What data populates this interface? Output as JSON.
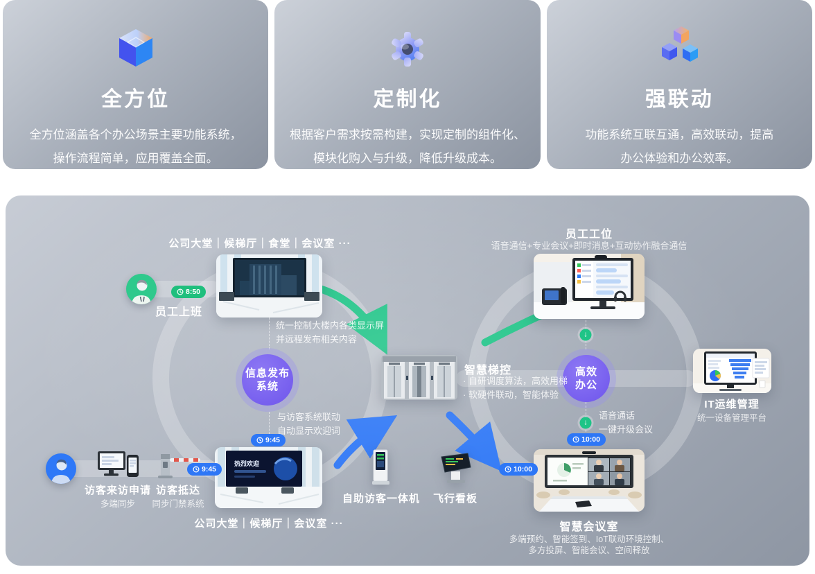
{
  "icons": {
    "down_arrow": "↓"
  },
  "cards": [
    {
      "title": "全方位",
      "line1": "全方位涵盖各个办公场景主要功能系统，",
      "line2": "操作流程简单，应用覆盖全面。"
    },
    {
      "title": "定制化",
      "line1": "根据客户需求按需构建，实现定制的组件化、",
      "line2": "模块化购入与升级，降低升级成本。"
    },
    {
      "title": "强联动",
      "line1": "功能系统互联互通，高效联动，提高",
      "line2": "办公体验和办公效率。"
    }
  ],
  "diagram": {
    "top_location": "公司大堂｜候梯厅｜食堂｜会议室 ···",
    "employee": {
      "time": "8:50",
      "label": "员工上班"
    },
    "signage_note": {
      "line1": "统一控制大楼内各类显示屏",
      "line2": "并远程发布相关内容"
    },
    "info_circle": {
      "line1": "信息发布",
      "line2": "系统"
    },
    "welcome_note": {
      "line1": "与访客系统联动",
      "line2": "自动显示欢迎词"
    },
    "lobby_time": "9:45",
    "lobby_screen_text": "热烈欢迎",
    "bottom_location": "公司大堂｜候梯厅｜会议室 ···",
    "visitor": {
      "apply_label": "访客来访申请",
      "apply_sub": "多端同步",
      "arrive_label": "访客抵达",
      "arrive_sub": "同步门禁系统",
      "arrive_time": "9:45"
    },
    "kiosk_label": "自助访客一体机",
    "board_label": "飞行看板",
    "elevator": {
      "title": "智慧梯控",
      "bullet1": "· 自研调度算法，高效用梯",
      "bullet2": "· 软硬件联动，智能体验"
    },
    "efficiency_circle": {
      "line1": "高效",
      "line2": "办公"
    },
    "workstation": {
      "title": "员工工位",
      "sub": "语音通信+专业会议+即时消息+互动协作融合通信"
    },
    "upgrade_note": {
      "line1": "语音通话",
      "line2": "一键升级会议",
      "time": "10:00"
    },
    "meeting": {
      "time": "10:00",
      "title": "智慧会议室",
      "sub1": "多端预约、智能签到、IoT联动环境控制、",
      "sub2": "多方投屏、智能会议、空间释放"
    },
    "itops": {
      "title": "IT运维管理",
      "sub": "统一设备管理平台"
    }
  }
}
